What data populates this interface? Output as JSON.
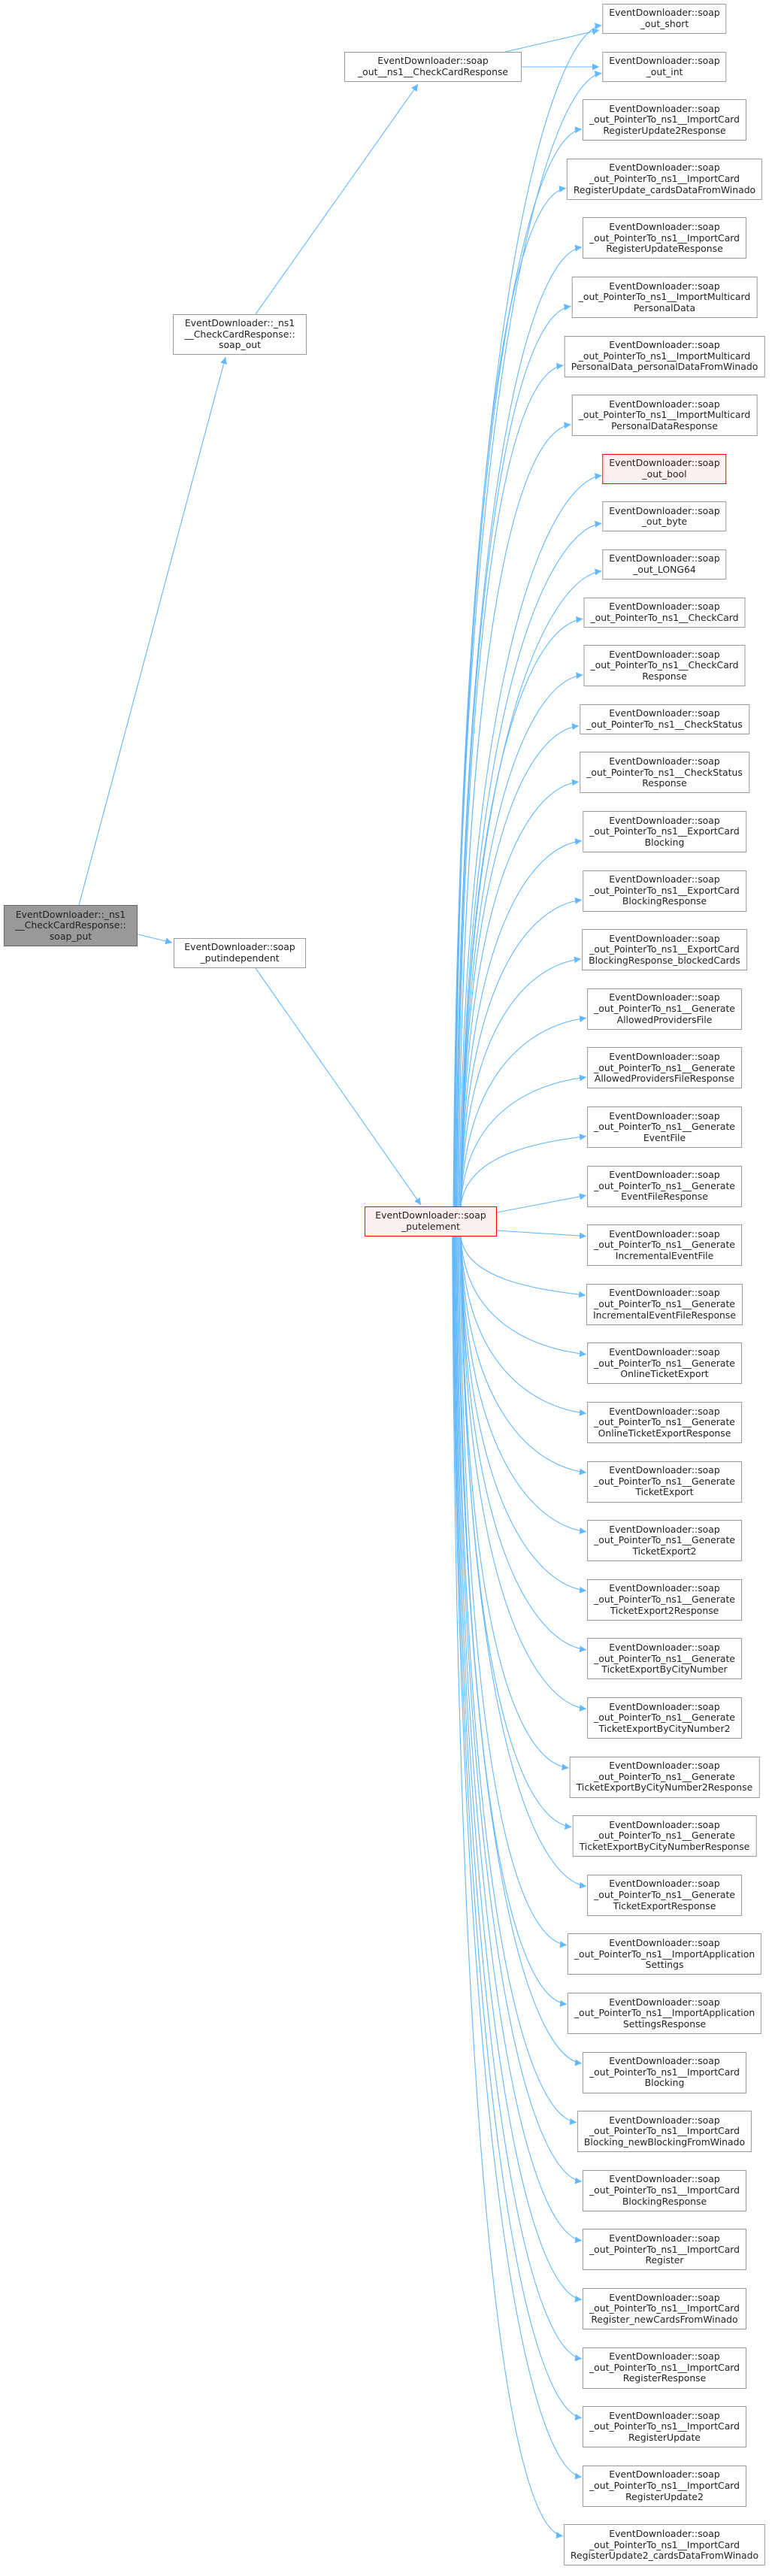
{
  "colors": {
    "edge": "#63b8ff",
    "node_border": "#999999",
    "root_fill": "#999999",
    "highlight_border": "#ff0000",
    "highlight_fill": "#fff0f0"
  },
  "graph": {
    "root": "EventDownloader::_ns1\n__CheckCardResponse::\nsoap_put",
    "soap_out": "EventDownloader::_ns1\n__CheckCardResponse::\nsoap_out",
    "out_check": "EventDownloader::soap\n_out__ns1__CheckCardResponse",
    "putindependent": "EventDownloader::soap\n_putindependent",
    "putelement": "EventDownloader::soap\n_putelement",
    "callees": [
      {
        "label": "EventDownloader::soap\n_out_short"
      },
      {
        "label": "EventDownloader::soap\n_out_int"
      },
      {
        "label": "EventDownloader::soap\n_out_PointerTo_ns1__ImportCard\nRegisterUpdate2Response"
      },
      {
        "label": "EventDownloader::soap\n_out_PointerTo_ns1__ImportCard\nRegisterUpdate_cardsDataFromWinado"
      },
      {
        "label": "EventDownloader::soap\n_out_PointerTo_ns1__ImportCard\nRegisterUpdateResponse"
      },
      {
        "label": "EventDownloader::soap\n_out_PointerTo_ns1__ImportMulticard\nPersonalData"
      },
      {
        "label": "EventDownloader::soap\n_out_PointerTo_ns1__ImportMulticard\nPersonalData_personalDataFromWinado"
      },
      {
        "label": "EventDownloader::soap\n_out_PointerTo_ns1__ImportMulticard\nPersonalDataResponse"
      },
      {
        "label": "EventDownloader::soap\n_out_bool",
        "highlighted": true
      },
      {
        "label": "EventDownloader::soap\n_out_byte"
      },
      {
        "label": "EventDownloader::soap\n_out_LONG64"
      },
      {
        "label": "EventDownloader::soap\n_out_PointerTo_ns1__CheckCard"
      },
      {
        "label": "EventDownloader::soap\n_out_PointerTo_ns1__CheckCard\nResponse"
      },
      {
        "label": "EventDownloader::soap\n_out_PointerTo_ns1__CheckStatus"
      },
      {
        "label": "EventDownloader::soap\n_out_PointerTo_ns1__CheckStatus\nResponse"
      },
      {
        "label": "EventDownloader::soap\n_out_PointerTo_ns1__ExportCard\nBlocking"
      },
      {
        "label": "EventDownloader::soap\n_out_PointerTo_ns1__ExportCard\nBlockingResponse"
      },
      {
        "label": "EventDownloader::soap\n_out_PointerTo_ns1__ExportCard\nBlockingResponse_blockedCards"
      },
      {
        "label": "EventDownloader::soap\n_out_PointerTo_ns1__Generate\nAllowedProvidersFile"
      },
      {
        "label": "EventDownloader::soap\n_out_PointerTo_ns1__Generate\nAllowedProvidersFileResponse"
      },
      {
        "label": "EventDownloader::soap\n_out_PointerTo_ns1__Generate\nEventFile"
      },
      {
        "label": "EventDownloader::soap\n_out_PointerTo_ns1__Generate\nEventFileResponse"
      },
      {
        "label": "EventDownloader::soap\n_out_PointerTo_ns1__Generate\nIncrementalEventFile"
      },
      {
        "label": "EventDownloader::soap\n_out_PointerTo_ns1__Generate\nIncrementalEventFileResponse"
      },
      {
        "label": "EventDownloader::soap\n_out_PointerTo_ns1__Generate\nOnlineTicketExport"
      },
      {
        "label": "EventDownloader::soap\n_out_PointerTo_ns1__Generate\nOnlineTicketExportResponse"
      },
      {
        "label": "EventDownloader::soap\n_out_PointerTo_ns1__Generate\nTicketExport"
      },
      {
        "label": "EventDownloader::soap\n_out_PointerTo_ns1__Generate\nTicketExport2"
      },
      {
        "label": "EventDownloader::soap\n_out_PointerTo_ns1__Generate\nTicketExport2Response"
      },
      {
        "label": "EventDownloader::soap\n_out_PointerTo_ns1__Generate\nTicketExportByCityNumber"
      },
      {
        "label": "EventDownloader::soap\n_out_PointerTo_ns1__Generate\nTicketExportByCityNumber2"
      },
      {
        "label": "EventDownloader::soap\n_out_PointerTo_ns1__Generate\nTicketExportByCityNumber2Response"
      },
      {
        "label": "EventDownloader::soap\n_out_PointerTo_ns1__Generate\nTicketExportByCityNumberResponse"
      },
      {
        "label": "EventDownloader::soap\n_out_PointerTo_ns1__Generate\nTicketExportResponse"
      },
      {
        "label": "EventDownloader::soap\n_out_PointerTo_ns1__ImportApplication\nSettings"
      },
      {
        "label": "EventDownloader::soap\n_out_PointerTo_ns1__ImportApplication\nSettingsResponse"
      },
      {
        "label": "EventDownloader::soap\n_out_PointerTo_ns1__ImportCard\nBlocking"
      },
      {
        "label": "EventDownloader::soap\n_out_PointerTo_ns1__ImportCard\nBlocking_newBlockingFromWinado"
      },
      {
        "label": "EventDownloader::soap\n_out_PointerTo_ns1__ImportCard\nBlockingResponse"
      },
      {
        "label": "EventDownloader::soap\n_out_PointerTo_ns1__ImportCard\nRegister"
      },
      {
        "label": "EventDownloader::soap\n_out_PointerTo_ns1__ImportCard\nRegister_newCardsFromWinado"
      },
      {
        "label": "EventDownloader::soap\n_out_PointerTo_ns1__ImportCard\nRegisterResponse"
      },
      {
        "label": "EventDownloader::soap\n_out_PointerTo_ns1__ImportCard\nRegisterUpdate"
      },
      {
        "label": "EventDownloader::soap\n_out_PointerTo_ns1__ImportCard\nRegisterUpdate2"
      },
      {
        "label": "EventDownloader::soap\n_out_PointerTo_ns1__ImportCard\nRegisterUpdate2_cardsDataFromWinado"
      }
    ]
  }
}
